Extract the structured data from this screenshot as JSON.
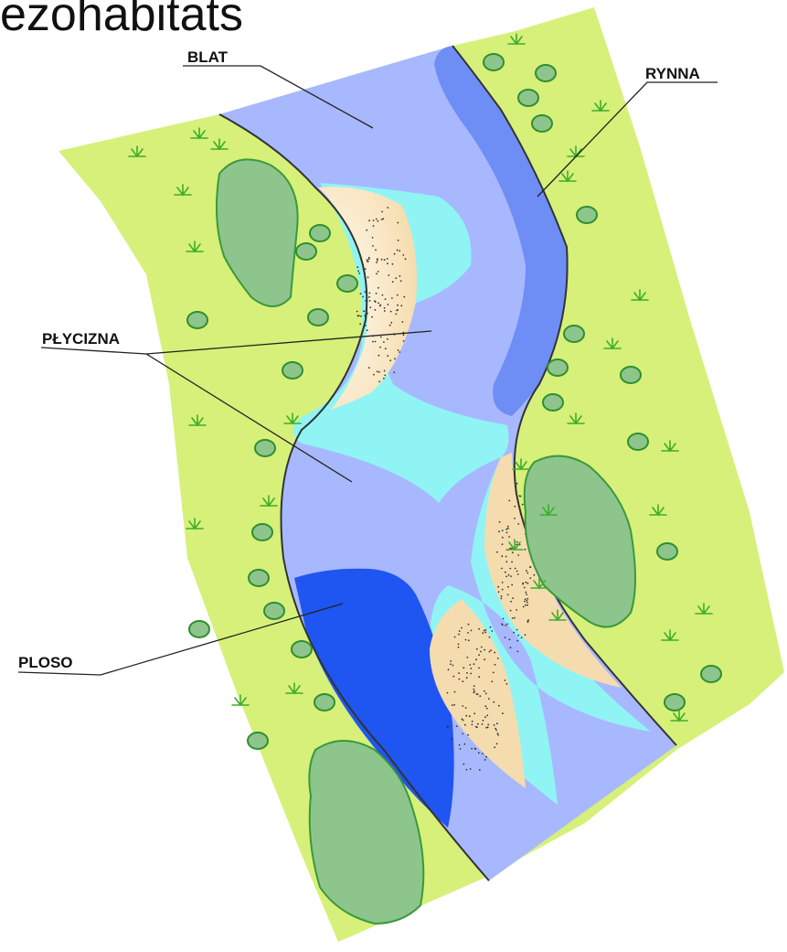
{
  "title": "ezohabitats",
  "labels": {
    "blat": "BLAT",
    "rynna": "RYNNA",
    "plycizna": "PŁYCIZNA",
    "ploso": "PLOSO"
  },
  "colors": {
    "meadow": "#d6f07a",
    "river": "#a8b8ff",
    "channel": "#6e8ef5",
    "pool": "#1f55f0",
    "shallow": "#90f4f4",
    "sand": "#f7ddb0",
    "tree": "#8dc58d"
  }
}
